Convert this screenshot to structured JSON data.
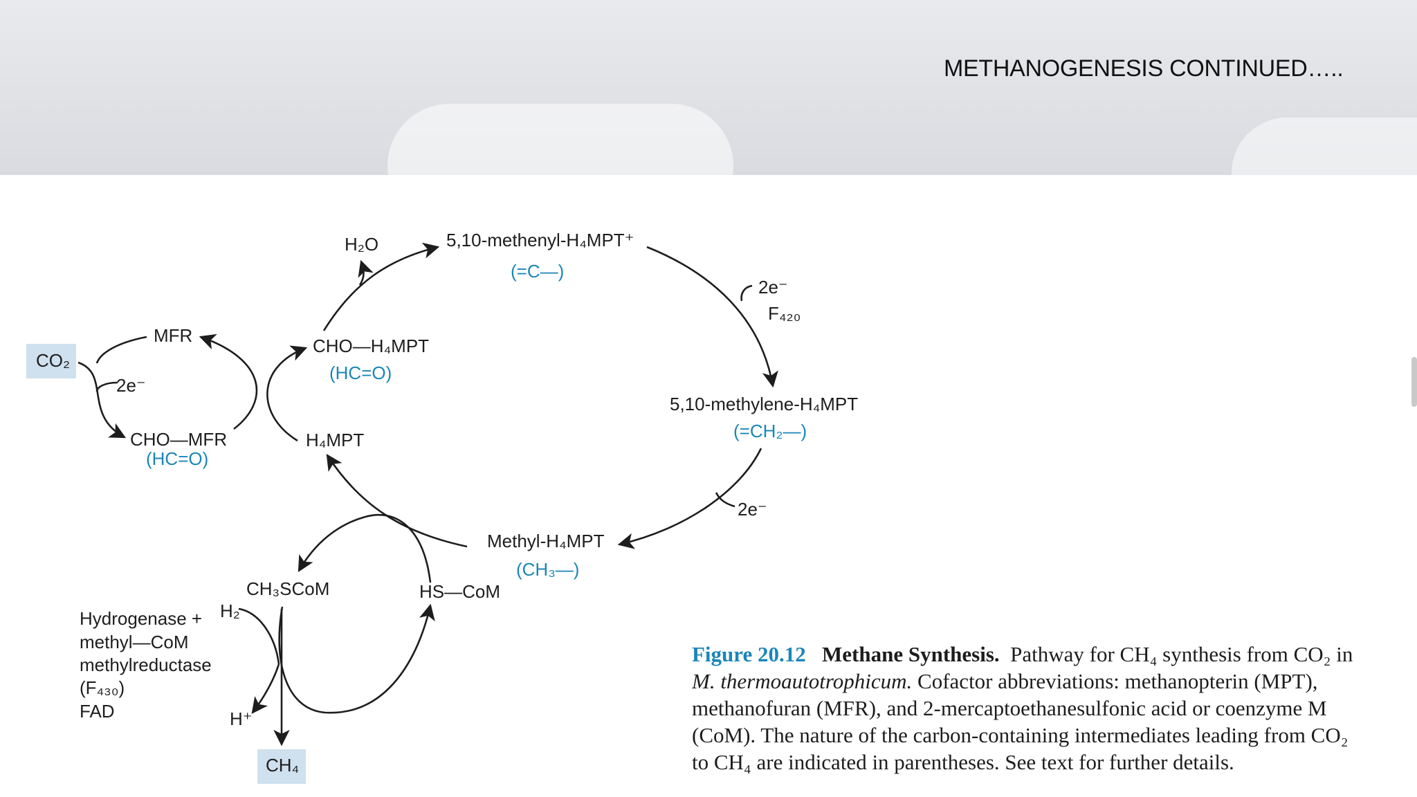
{
  "slide": {
    "title": "METHANOGENESIS CONTINUED….."
  },
  "diagram": {
    "co2_box": "CO₂",
    "ch4_box": "CH₄",
    "mfr": "MFR",
    "two_e": "2e⁻",
    "cho_mfr": "CHO—MFR",
    "cho_mfr_group": "(HC=O)",
    "h4mpt": "H₄MPT",
    "cho_h4mpt": "CHO—H₄MPT",
    "cho_h4mpt_group": "(HC=O)",
    "h2o": "H₂O",
    "methenyl": "5,10-methenyl-H₄MPT⁺",
    "methenyl_group": "(=C—)",
    "f420": "F₄₂₀",
    "methylene": "5,10-methylene-H₄MPT",
    "methylene_group": "(=CH₂—)",
    "methyl": "Methyl-H₄MPT",
    "methyl_group": "(CH₃—)",
    "hs_com": "HS—CoM",
    "ch3scom": "CH₃SCoM",
    "h2": "H₂",
    "h_plus": "H⁺",
    "enzyme_lines": [
      "Hydrogenase +",
      "methyl—CoM",
      "methylreductase",
      "(F₄₃₀)",
      "FAD"
    ]
  },
  "caption": {
    "figure_number": "Figure 20.12",
    "figure_title": "Methane Synthesis.",
    "line1_rest": "Pathway for CH₄ synthesis from CO₂ in",
    "line2_organism": "M. thermoautotrophicum.",
    "line2_rest": "Cofactor abbreviations: methanopterin (MPT),",
    "line3": "methanofuran (MFR), and 2-mercaptoethanesulfonic acid or coenzyme M",
    "line4": "(CoM). The nature of the carbon-containing intermediates leading from CO₂",
    "line5": "to CH₄ are indicated in parentheses. See text for further details."
  },
  "colors": {
    "accent_blue": "#1a86b8",
    "box_fill": "#cfe0ee",
    "text": "#1d1d1d"
  }
}
